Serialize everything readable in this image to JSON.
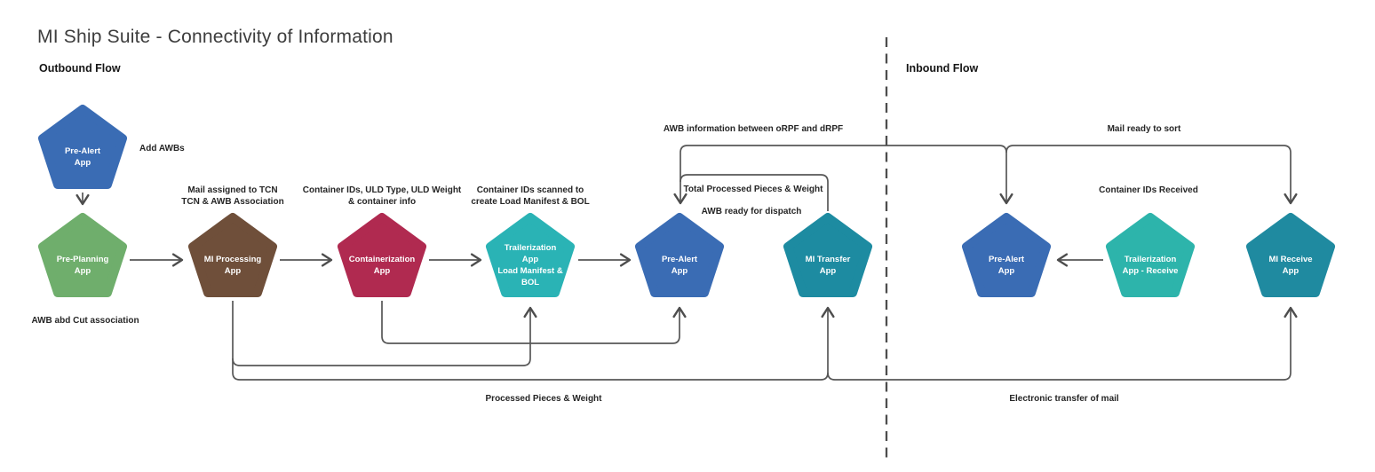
{
  "title": "MI Ship Suite - Connectivity of Information",
  "sections": {
    "outbound": "Outbound Flow",
    "inbound": "Inbound Flow"
  },
  "nodes": [
    {
      "label": "Pre-Alert\nApp",
      "color": "#3a6cb4"
    },
    {
      "label": "Pre-Planning\nApp",
      "color": "#6fae6c"
    },
    {
      "label": "MI Processing\nApp",
      "color": "#6f4f3a"
    },
    {
      "label": "Containerization\nApp",
      "color": "#b02a50"
    },
    {
      "label": "Trailerization\nApp\nLoad Manifest &\nBOL",
      "color": "#2ab3b5"
    },
    {
      "label": "Pre-Alert\nApp",
      "color": "#3a6cb4"
    },
    {
      "label": "MI Transfer\nApp",
      "color": "#1d8ba1"
    },
    {
      "label": "Pre-Alert\nApp",
      "color": "#3a6cb4"
    },
    {
      "label": "Trailerization\nApp - Receive",
      "color": "#2db4ab"
    },
    {
      "label": "MI Receive\nApp",
      "color": "#1f8aa0"
    }
  ],
  "edge_labels": {
    "add_awbs": "Add AWBs",
    "awb_cut": "AWB abd Cut association",
    "mail_assigned": "Mail assigned to TCN\nTCN & AWB Association",
    "container_uld": "Container IDs, ULD Type, ULD Weight\n& container info",
    "container_scanned": "Container IDs scanned to\ncreate Load Manifest & BOL",
    "awb_info": "AWB information between oRPF and dRPF",
    "total_processed": "Total Processed Pieces & Weight",
    "awb_ready": "AWB ready for dispatch",
    "mail_ready": "Mail ready to sort",
    "container_received": "Container IDs Received",
    "processed_pieces": "Processed Pieces & Weight",
    "electronic_transfer": "Electronic transfer of mail"
  },
  "colors": {
    "wire": "#575757",
    "divider": "#4d4d4d",
    "node_text": "#ffffff",
    "label_text": "#262626",
    "title_text": "#3d3d3d"
  }
}
